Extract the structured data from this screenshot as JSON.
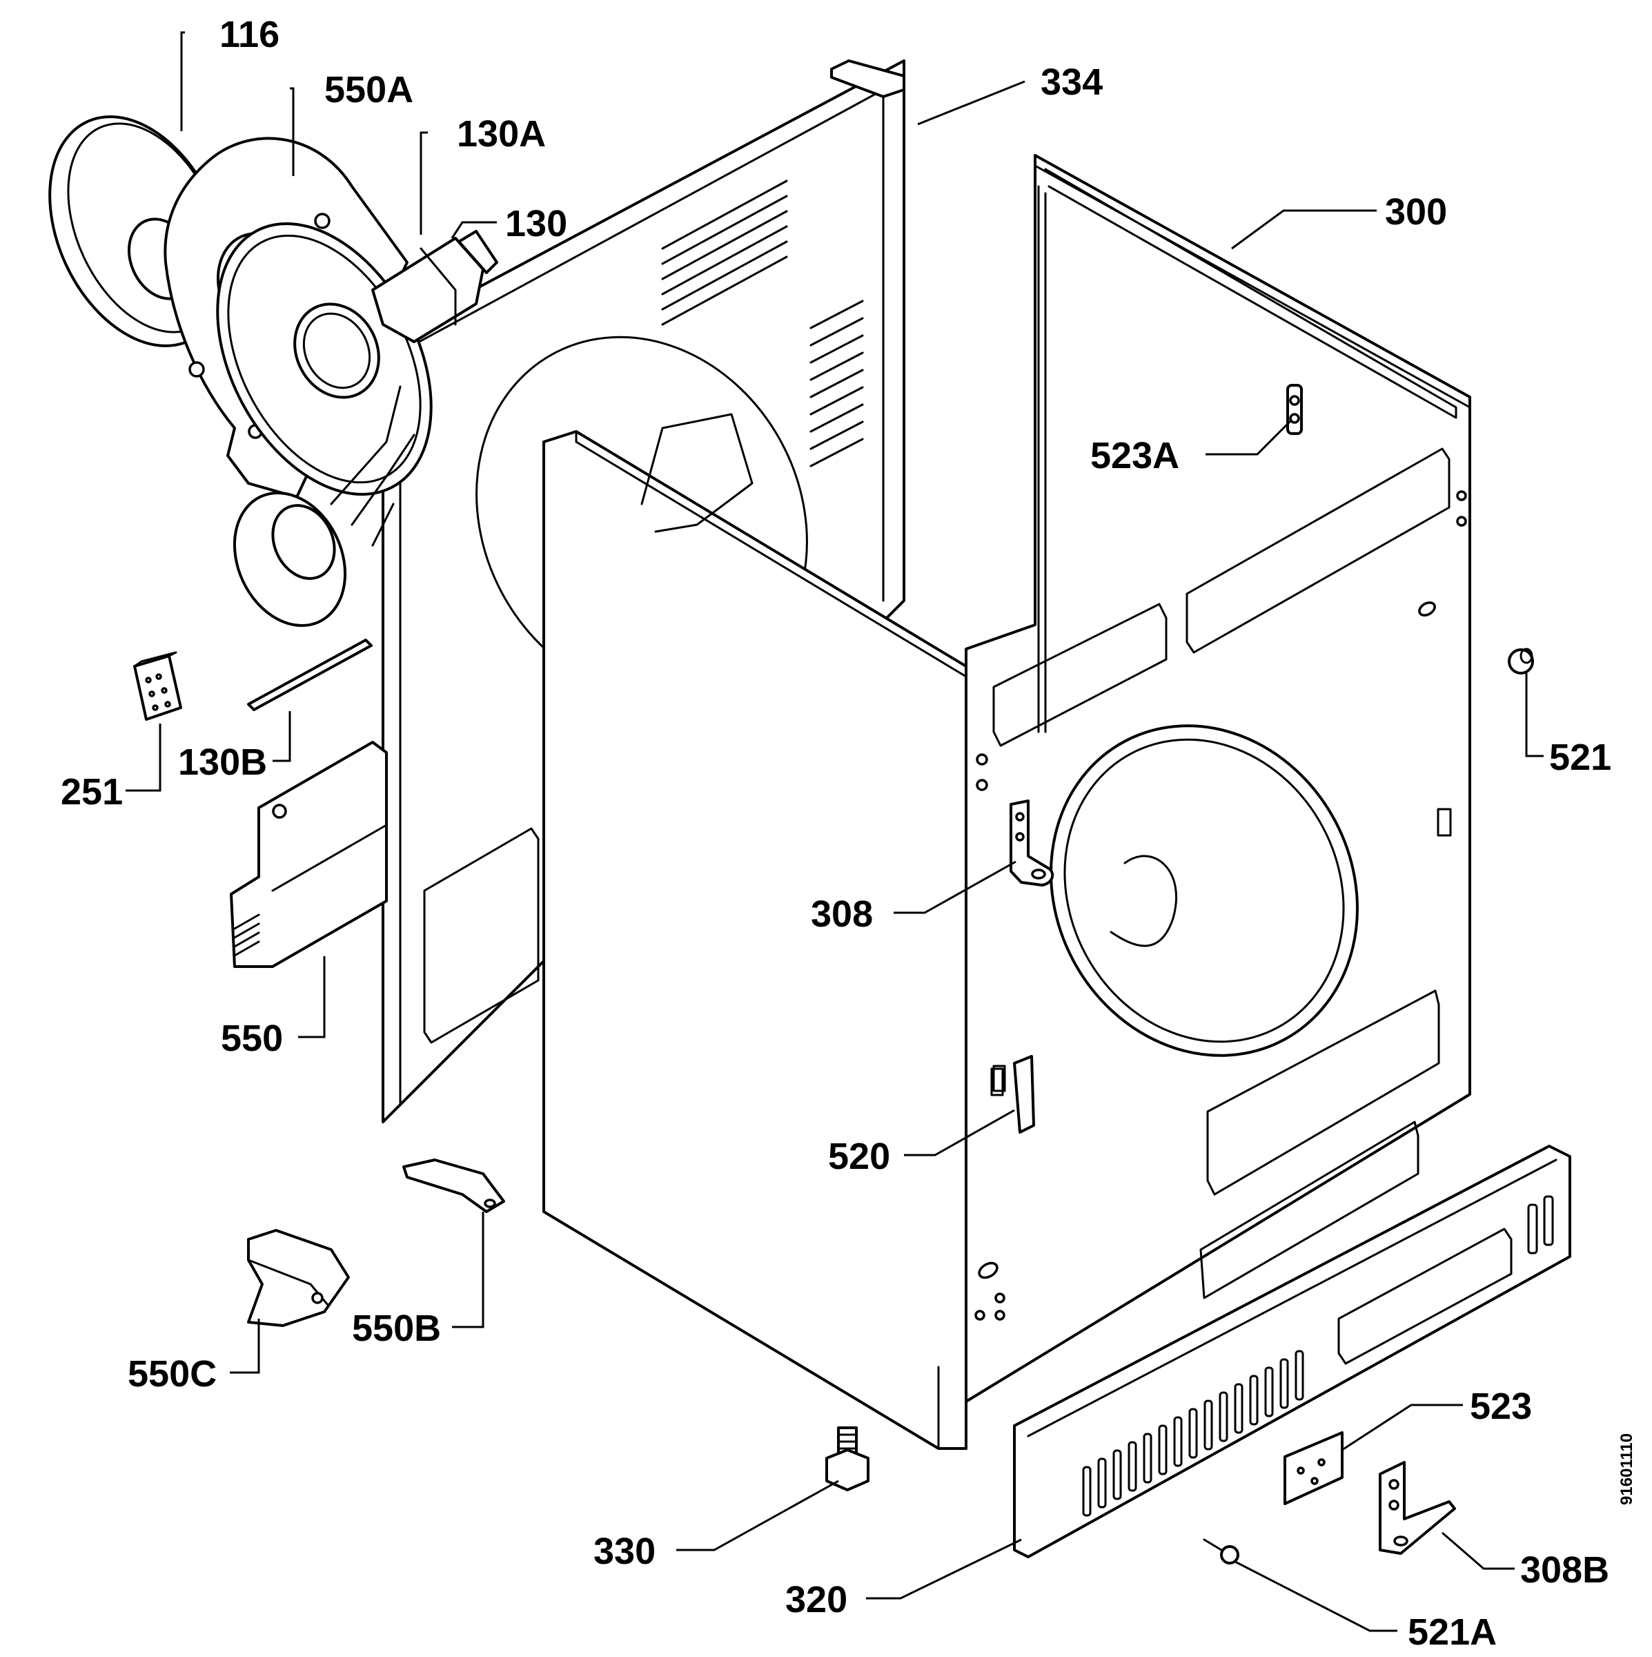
{
  "diagram": {
    "reference_number": "91601110",
    "callouts": {
      "c116": "116",
      "c550A": "550A",
      "c130A": "130A",
      "c130": "130",
      "c334": "334",
      "c300": "300",
      "c523A": "523A",
      "c521": "521",
      "c251": "251",
      "c130B": "130B",
      "c308": "308",
      "c550": "550",
      "c520": "520",
      "c550B": "550B",
      "c550C": "550C",
      "c523": "523",
      "c330": "330",
      "c320": "320",
      "c308B": "308B",
      "c521A": "521A"
    }
  }
}
